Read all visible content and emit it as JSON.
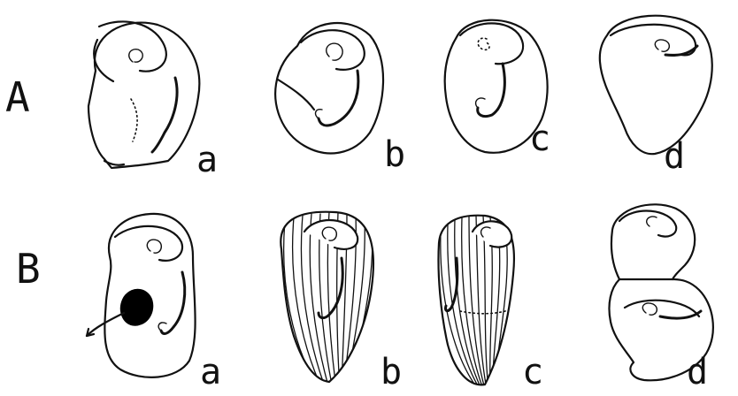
{
  "rows": [
    {
      "label": "A",
      "panels": [
        "a",
        "b",
        "c",
        "d"
      ]
    },
    {
      "label": "B",
      "panels": [
        "a",
        "b",
        "c",
        "d"
      ]
    }
  ]
}
